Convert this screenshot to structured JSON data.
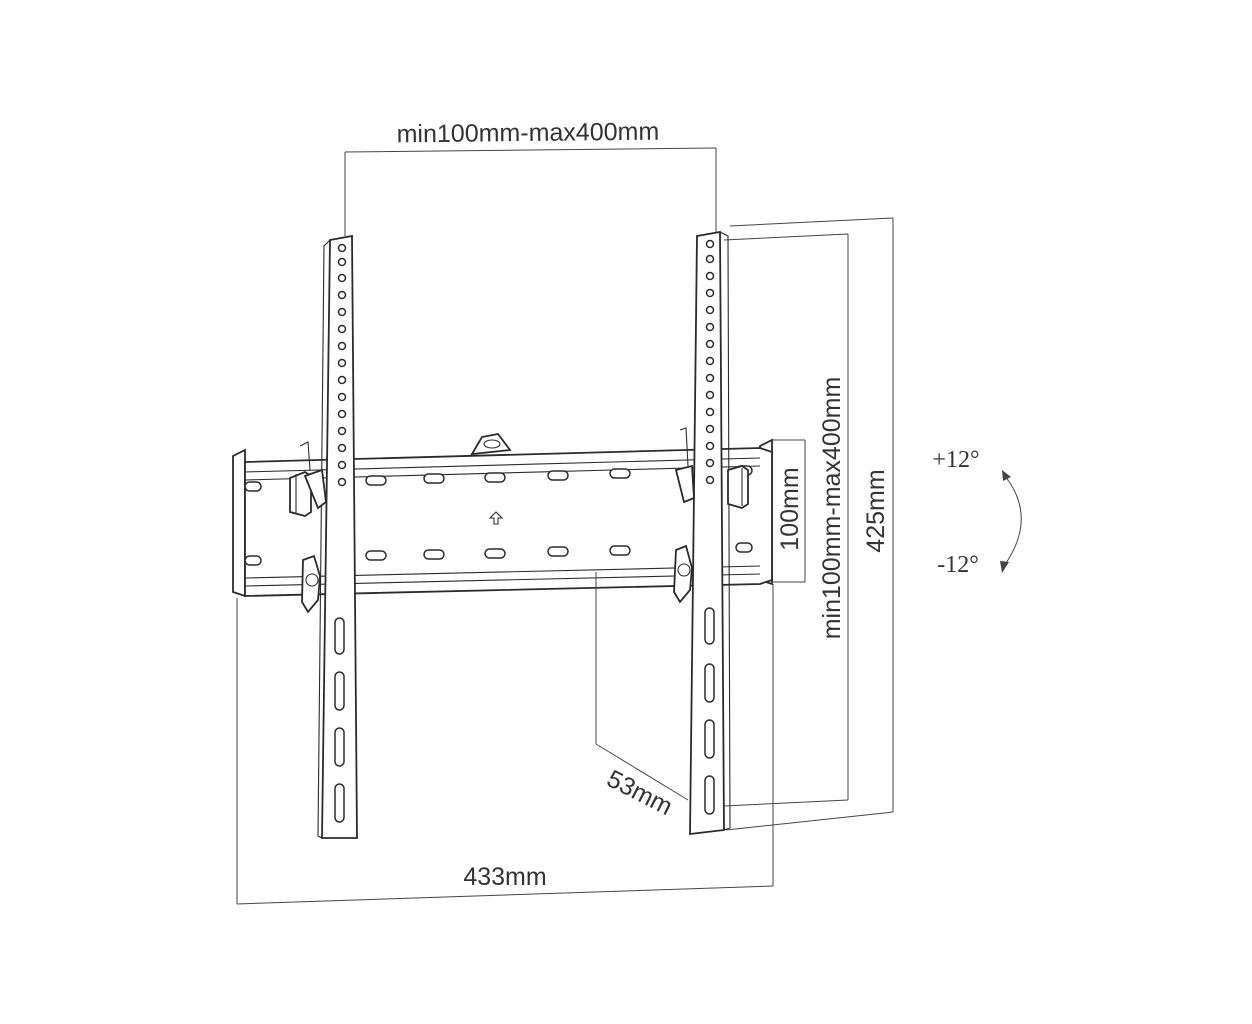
{
  "dimensions": {
    "vesa_horizontal": "min100mm-max400mm",
    "vesa_vertical": "min100mm-max400mm",
    "height_total": "425mm",
    "rail_height": "100mm",
    "depth": "53mm",
    "width_total": "433mm"
  },
  "tilt": {
    "up": "+12°",
    "down": "-12°"
  },
  "colors": {
    "line": "#2b2b2b",
    "text": "#333333",
    "background": "#ffffff"
  }
}
